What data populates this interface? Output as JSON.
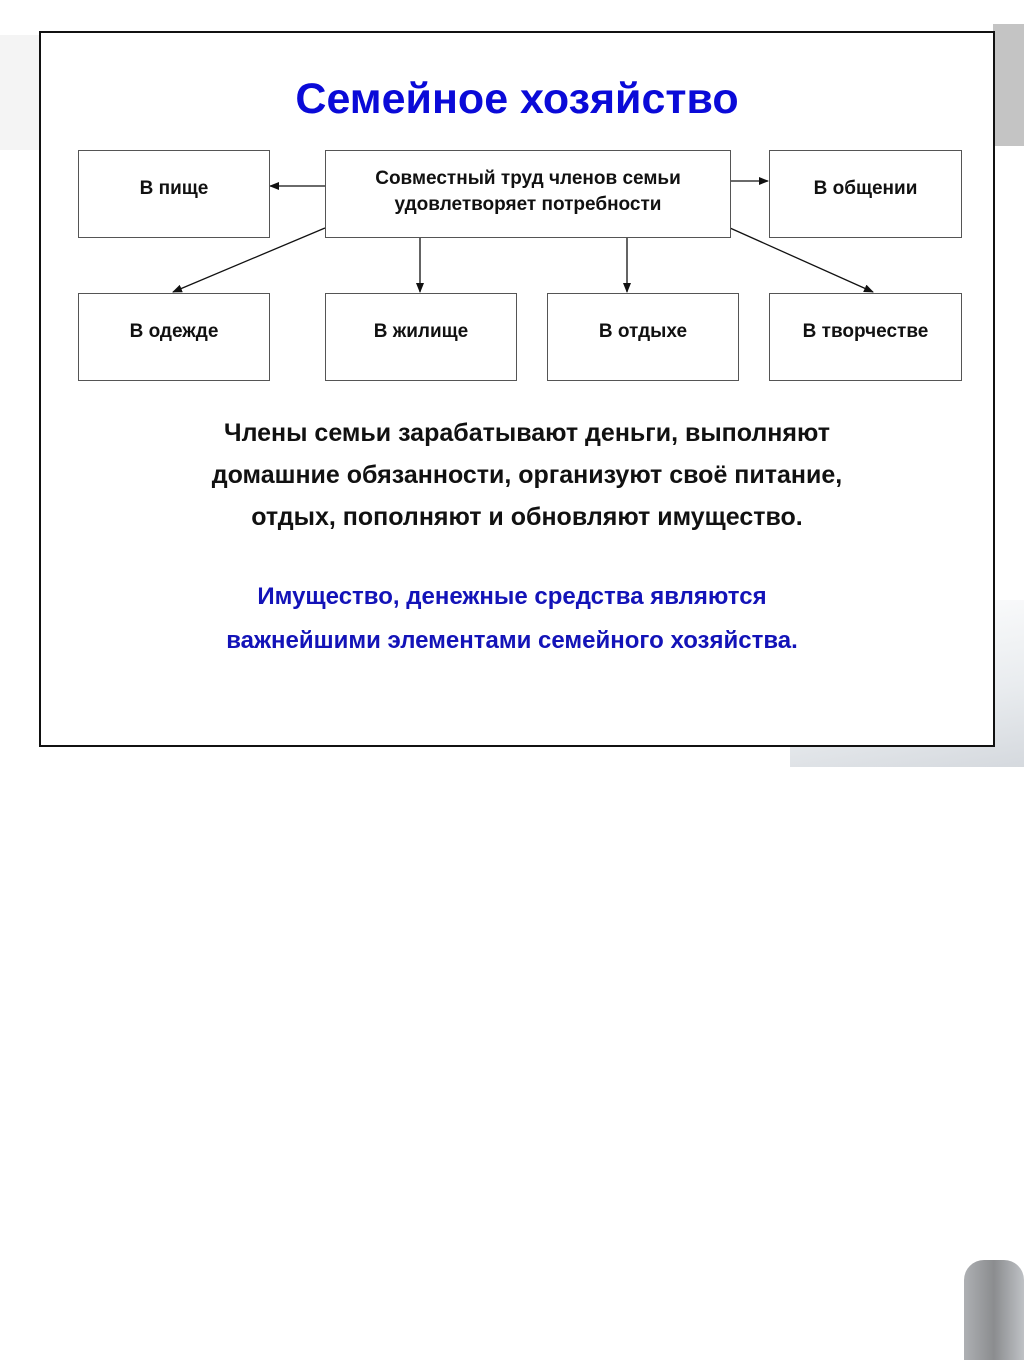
{
  "title": "Семейное хозяйство",
  "center_box": {
    "line1": "Совместный труд членов семьи",
    "line2": "удовлетворяет потребности"
  },
  "needs": {
    "food": "В пище",
    "communication": "В общении",
    "clothing": "В одежде",
    "housing": "В жилище",
    "rest": "В отдыхе",
    "creativity": "В творчестве"
  },
  "paragraph": {
    "line1": "Члены семьи зарабатывают деньги, выполняют",
    "line2": "домашние обязанности, организуют своё питание,",
    "line3": "отдых, пополняют и обновляют имущество."
  },
  "conclusion": {
    "line1": "Имущество, денежные средства являются",
    "line2": "важнейшими элементами семейного хозяйства."
  },
  "colors": {
    "title": "#0a0ad8",
    "conclusion": "#1313b8"
  }
}
